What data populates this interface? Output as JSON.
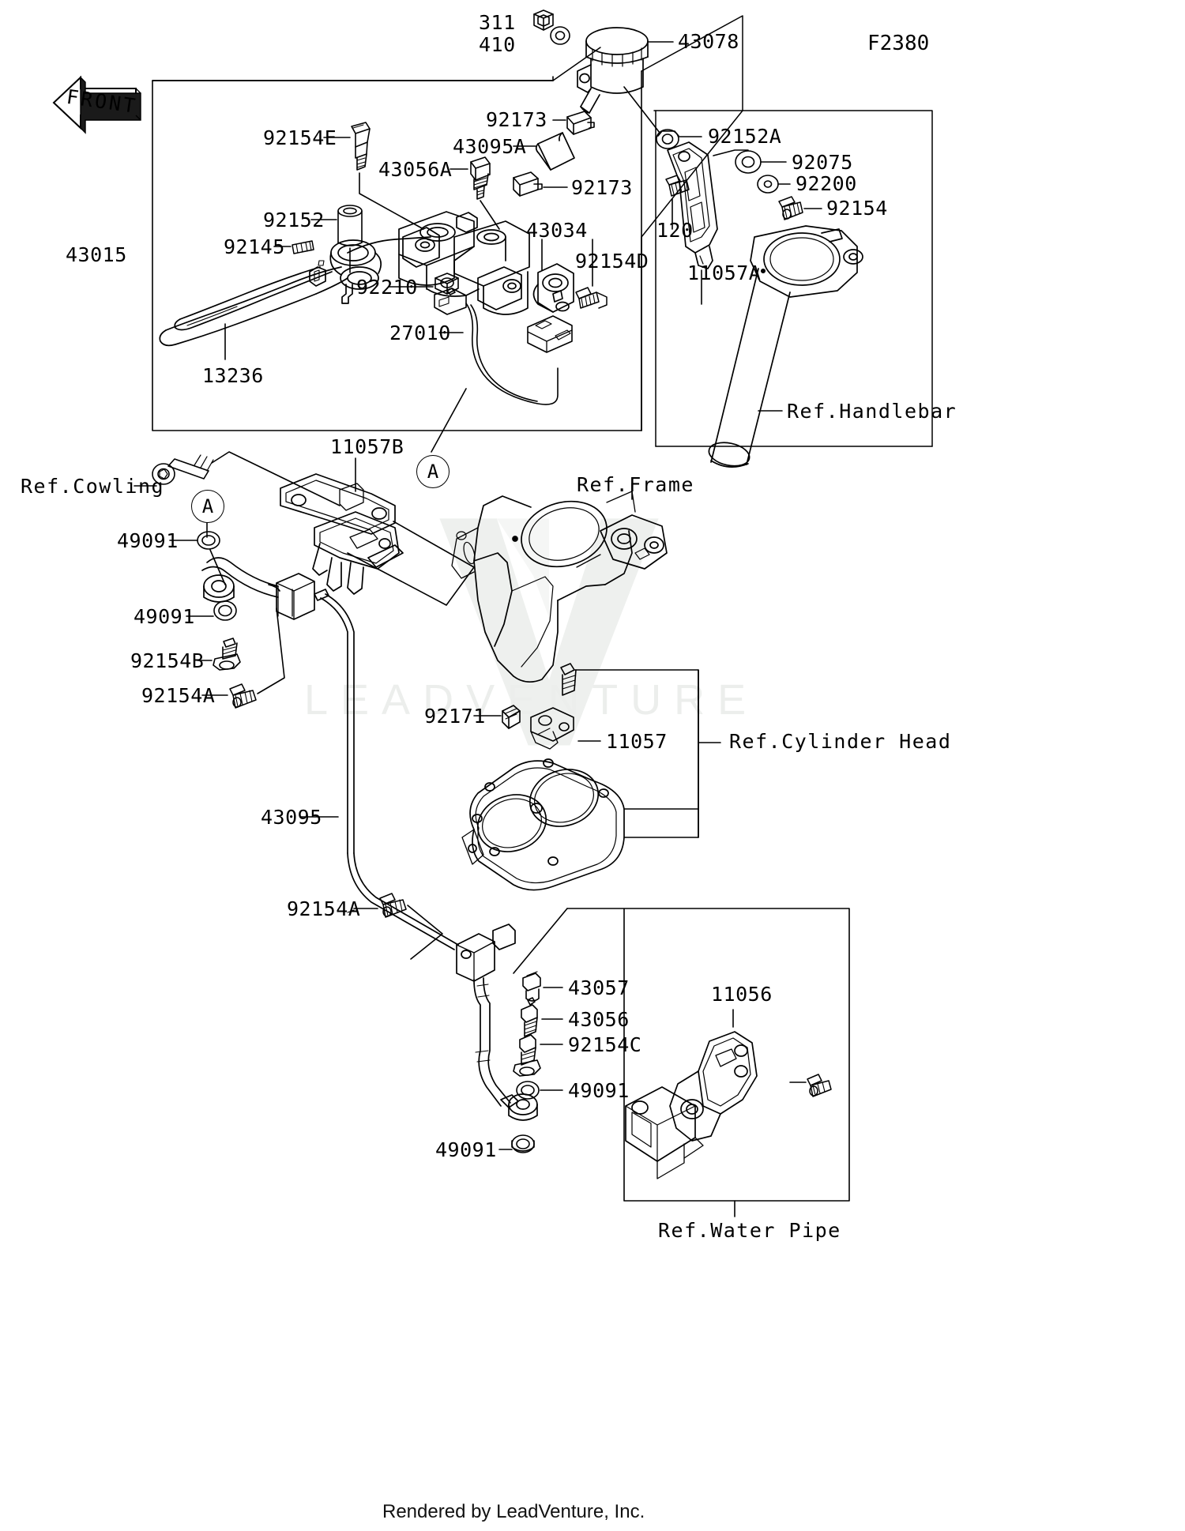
{
  "diagram": {
    "code": "F2380",
    "front_marker": "FRONT",
    "footer": "Rendered by LeadVenture, Inc.",
    "watermark_text": "LEADVENTURE",
    "callout_letter": "A"
  },
  "part_labels": [
    {
      "id": "p311",
      "text": "311"
    },
    {
      "id": "p410",
      "text": "410"
    },
    {
      "id": "p43078",
      "text": "43078"
    },
    {
      "id": "p92173a",
      "text": "92173"
    },
    {
      "id": "p92152A",
      "text": "92152A"
    },
    {
      "id": "p92075",
      "text": "92075"
    },
    {
      "id": "p92200",
      "text": "92200"
    },
    {
      "id": "p92154",
      "text": "92154"
    },
    {
      "id": "p92154E",
      "text": "92154E"
    },
    {
      "id": "p43095A",
      "text": "43095A"
    },
    {
      "id": "p43056A",
      "text": "43056A"
    },
    {
      "id": "p92173b",
      "text": "92173"
    },
    {
      "id": "p92152",
      "text": "92152"
    },
    {
      "id": "p92145",
      "text": "92145"
    },
    {
      "id": "p43034",
      "text": "43034"
    },
    {
      "id": "p92154D",
      "text": "92154D"
    },
    {
      "id": "p120",
      "text": "120"
    },
    {
      "id": "p11057A",
      "text": "11057A"
    },
    {
      "id": "p43015",
      "text": "43015"
    },
    {
      "id": "p92210",
      "text": "92210"
    },
    {
      "id": "p27010",
      "text": "27010"
    },
    {
      "id": "p13236",
      "text": "13236"
    },
    {
      "id": "pRefHandlebar",
      "text": "Ref.Handlebar"
    },
    {
      "id": "p11057B",
      "text": "11057B"
    },
    {
      "id": "pRefCowling",
      "text": "Ref.Cowling"
    },
    {
      "id": "pRefFrame",
      "text": "Ref.Frame"
    },
    {
      "id": "p49091a",
      "text": "49091"
    },
    {
      "id": "p49091b",
      "text": "49091"
    },
    {
      "id": "p92154B",
      "text": "92154B"
    },
    {
      "id": "p92154Aa",
      "text": "92154A"
    },
    {
      "id": "p92171",
      "text": "92171"
    },
    {
      "id": "p11057",
      "text": "11057"
    },
    {
      "id": "pRefCylHead",
      "text": "Ref.Cylinder Head"
    },
    {
      "id": "p43095",
      "text": "43095"
    },
    {
      "id": "p92154Ab",
      "text": "92154A"
    },
    {
      "id": "p43057",
      "text": "43057"
    },
    {
      "id": "p43056",
      "text": "43056"
    },
    {
      "id": "p92154C",
      "text": "92154C"
    },
    {
      "id": "p49091c",
      "text": "49091"
    },
    {
      "id": "p11056",
      "text": "11056"
    },
    {
      "id": "p49091d",
      "text": "49091"
    },
    {
      "id": "pRefWaterPipe",
      "text": "Ref.Water Pipe"
    }
  ],
  "colors": {
    "ink": "#000000",
    "paper": "#ffffff",
    "watermark": "#eceeec"
  }
}
